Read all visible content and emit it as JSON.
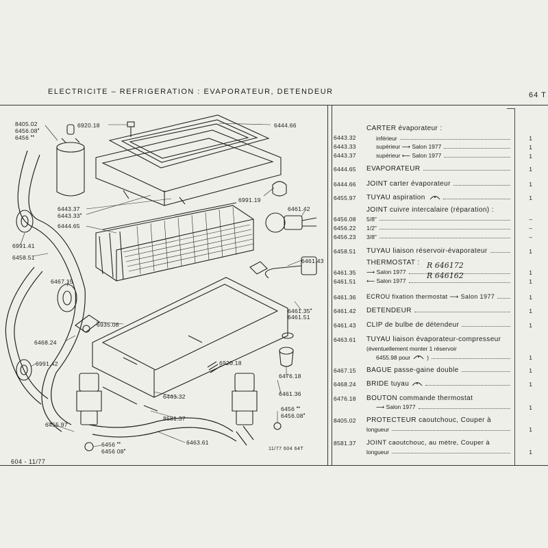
{
  "header": {
    "title": "ELECTRICITE  –  REFRIGERATION : EVAPORATEUR, DETENDEUR",
    "page": "64 T"
  },
  "footer": {
    "edition": "604 - 11/77",
    "ref": "11/77  604  64T"
  },
  "callouts": {
    "c8405_02": "8405.02",
    "c6456_08a": "6456.08",
    "c6456a": "6456",
    "c6920_18a": "6920.18",
    "c6444_66": "6444.66",
    "c6991_19": "6991.19",
    "c6461_42": "6461.42",
    "c6443_37": "6443.37",
    "c6443_33": "6443.33",
    "c6444_65": "6444.65",
    "c6991_41": "6991.41",
    "c6458_51": "6458.51",
    "c6461_43": "6461.43",
    "c6467_15": "6467.15",
    "c6461_35": "6461.35",
    "c6461_51": "6461.51",
    "c6935_08": "6935.08",
    "c6468_24": "6468.24",
    "c6991_42": "6991.42",
    "c6920_18b": "6920.18",
    "c6476_18": "6476.18",
    "c6443_32": "6443.32",
    "c6461_36": "6461.36",
    "c8581_37": "8581.37",
    "c6456b": "6456",
    "c6456_08b": "6456.08",
    "c6455_97": "6455.97",
    "c6456c": "6456",
    "c6456_08c": "6456  08",
    "c6463_61": "6463.61",
    "dots2": "••",
    "dot1": "•"
  },
  "parts": {
    "carter": {
      "title": "CARTER évaporateur :",
      "rows": [
        {
          "ref": "6443.32",
          "desc": "inférieur",
          "qty": "1"
        },
        {
          "ref": "6443.33",
          "desc": "supérieur ⟶ Salon 1977",
          "qty": "1"
        },
        {
          "ref": "6443.37",
          "desc": "supérieur ⟵ Salon 1977",
          "qty": "1"
        }
      ]
    },
    "p6444_65": {
      "ref": "6444.65",
      "desc": "EVAPORATEUR",
      "qty": "1"
    },
    "p6444_66": {
      "ref": "6444.66",
      "desc": "JOINT carter évaporateur",
      "qty": "1"
    },
    "p6455_97": {
      "ref": "6455.97",
      "desc": "TUYAU aspiration",
      "qty": "1"
    },
    "joint": {
      "title": "JOINT cuivre intercalaire (réparation) :",
      "rows": [
        {
          "ref": "6456.08",
          "desc": "5/8\"",
          "qty": "–"
        },
        {
          "ref": "6456.22",
          "desc": "1/2\"",
          "qty": "–"
        },
        {
          "ref": "6456.23",
          "desc": "3/8\"",
          "qty": "–"
        }
      ]
    },
    "p6458_51": {
      "ref": "6458.51",
      "desc": "TUYAU liaison réservoir-évaporateur",
      "qty": "1"
    },
    "thermostat": {
      "title": "THERMOSTAT :",
      "rows": [
        {
          "ref": "6461.35",
          "desc": "⟶ Salon 1977",
          "qty": "1",
          "note": "R 646172"
        },
        {
          "ref": "6461.51",
          "desc": "⟵ Salon 1977",
          "qty": "1",
          "note": "R 646162"
        }
      ]
    },
    "p6461_36": {
      "ref": "6461.36",
      "desc": "ECROU fixation thermostat ⟶ Salon 1977",
      "qty": "1"
    },
    "p6461_42": {
      "ref": "6461.42",
      "desc": "DETENDEUR",
      "qty": "1"
    },
    "p6461_43": {
      "ref": "6461.43",
      "desc": "CLIP de bulbe de détendeur",
      "qty": "1"
    },
    "p6463_61": {
      "ref": "6463.61",
      "line1": "TUYAU liaison évaporateur-compresseur",
      "line2": "(éventuellement monter 1 réservoir",
      "line3": "6455.98 pour",
      "line3b": ")",
      "qty": "1"
    },
    "p6467_15": {
      "ref": "6467.15",
      "desc": "BAGUE passe-gaine double",
      "qty": "1"
    },
    "p6468_24": {
      "ref": "6468.24",
      "desc": "BRIDE tuyau",
      "qty": "1"
    },
    "p6476_18": {
      "ref": "6476.18",
      "line1": "BOUTON commande thermostat",
      "line2": "⟶ Salon 1977",
      "qty": "1"
    },
    "p8405_02": {
      "ref": "8405.02",
      "line1": "PROTECTEUR caoutchouc, Couper à",
      "line2": "longueur",
      "qty": "1"
    },
    "p8581_37": {
      "ref": "8581.37",
      "line1": "JOINT caoutchouc, au mètre, Couper à",
      "line2": "longueur",
      "qty": "1"
    }
  }
}
